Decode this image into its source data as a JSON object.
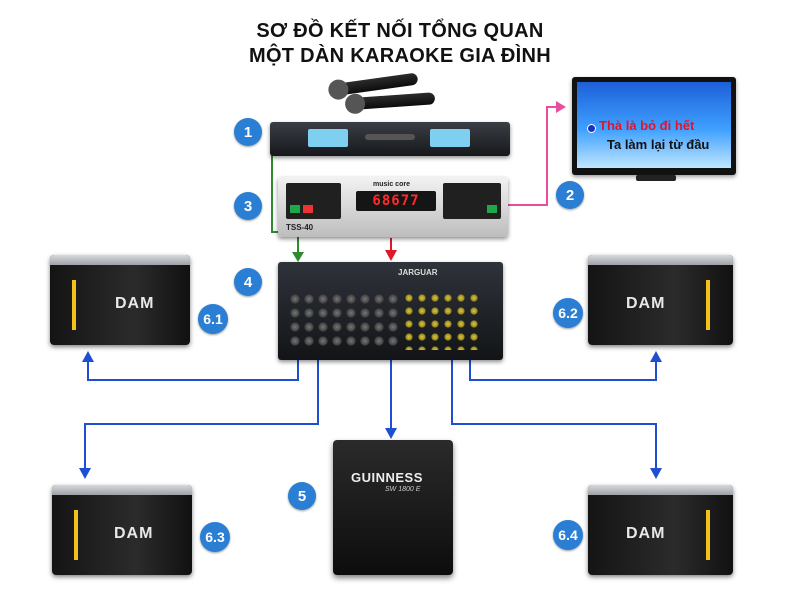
{
  "title": {
    "line1": "SƠ ĐỒ KẾT NỐI TỔNG QUAN",
    "line2": "MỘT DÀN KARAOKE GIA ĐÌNH"
  },
  "badges": {
    "mic": "1",
    "tv": "2",
    "player": "3",
    "mixer": "4",
    "sub": "5",
    "sp1": "6.1",
    "sp2": "6.2",
    "sp3": "6.3",
    "sp4": "6.4"
  },
  "tv": {
    "lyric1": "Thà là bỏ đi hết",
    "lyric2": "Ta làm lại từ đầu"
  },
  "player": {
    "display": "68677",
    "brand": "music core",
    "model": "TSS-40"
  },
  "mixer": {
    "brand": "JARGUAR"
  },
  "speakers": {
    "brand": "DAM"
  },
  "subwoofer": {
    "brand": "GUINNESS",
    "model": "SW 1800 E"
  },
  "colors": {
    "badge": "#2a7fd4",
    "arrow_blue": "#1f4fd1",
    "arrow_green": "#2e8b2e",
    "arrow_red": "#e0192a",
    "arrow_pink": "#e84ea0"
  }
}
